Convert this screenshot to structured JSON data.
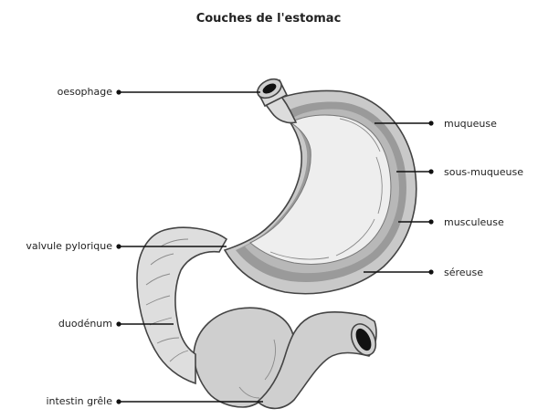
{
  "title": "Couches de l'estomac",
  "labels": {
    "oesophage": "oesophage",
    "valvule_pylorique": "valvule pylorique",
    "duodenum": "duodénum",
    "intestin_grele": "intestin grêle",
    "muqueuse": "muqueuse",
    "sous_muqueuse": "sous-muqueuse",
    "musculeuse": "musculeuse",
    "sereuse": "séreuse"
  },
  "colors": {
    "serosa": "#c9c9c9",
    "muscularis": "#9a9a9a",
    "submucosa": "#b8b8b8",
    "mucosa": "#eeeeee",
    "intestine": "#cfcfcf",
    "duodenum": "#dedede",
    "outline": "#444444",
    "text": "#222222"
  }
}
